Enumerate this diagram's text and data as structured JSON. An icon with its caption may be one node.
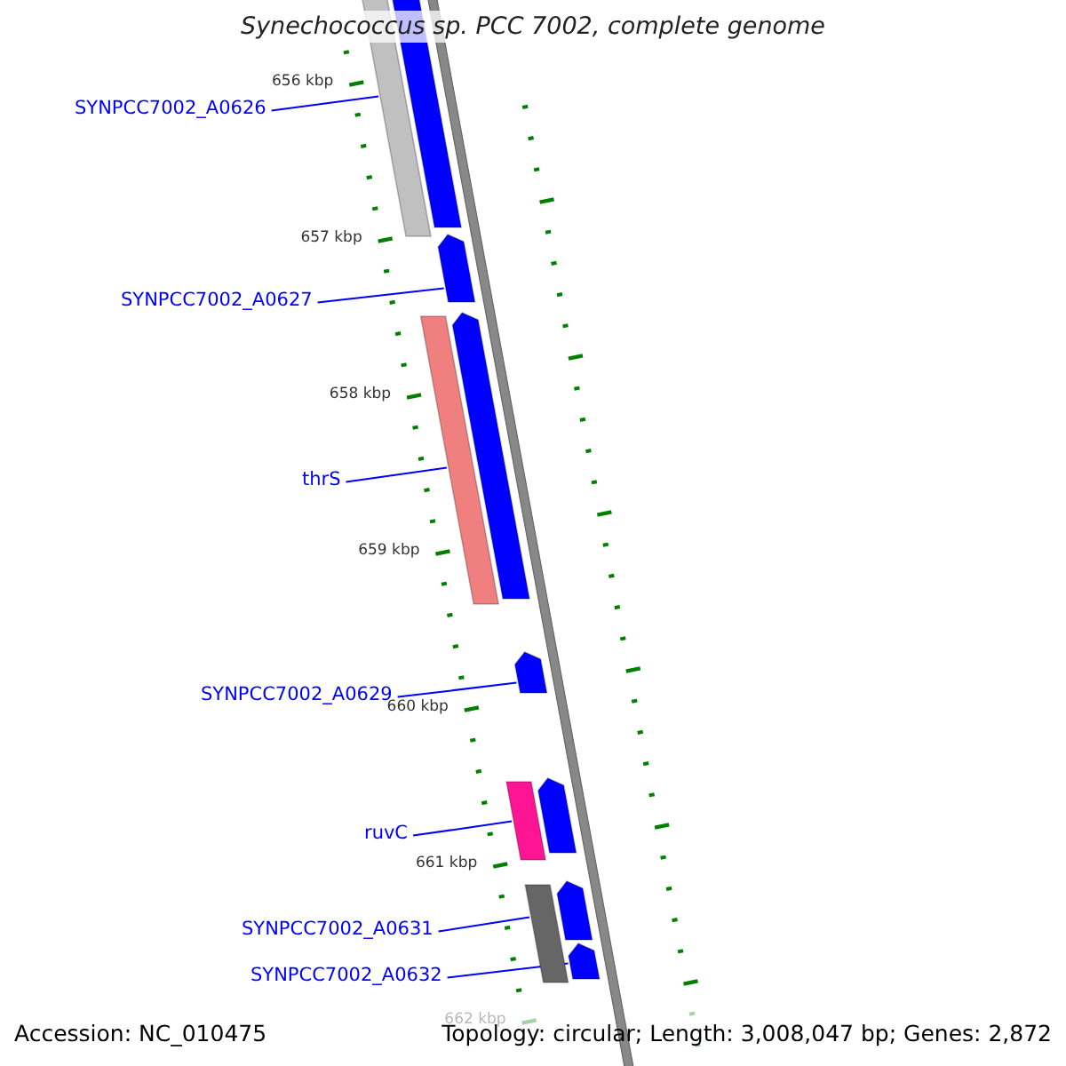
{
  "diagram": {
    "title": "Synechococcus sp. PCC 7002, complete genome",
    "nodes": [
      {
        "text": [
          "SYNPCC7002_A0626"
        ]
      },
      {
        "text": [],
        "shape": "bar"
      },
      {
        "text": [],
        "shape": "bar"
      },
      {
        "text": [
          "SYNPCC7002_A0627"
        ]
      },
      {
        "text": [],
        "shape": "arrow"
      },
      {
        "text": [
          "thrS"
        ]
      },
      {
        "text": [],
        "shape": "bar"
      },
      {
        "text": [],
        "shape": "arrow"
      },
      {
        "text": [
          "SYNPCC7002_A0629"
        ]
      },
      {
        "text": [],
        "shape": "arrow"
      },
      {
        "text": [
          "ruvC"
        ]
      },
      {
        "text": [],
        "shape": "bar"
      },
      {
        "text": [],
        "shape": "arrow"
      },
      {
        "text": [
          "SYNPCC7002_A0631"
        ]
      },
      {
        "text": [],
        "shape": "bar"
      },
      {
        "text": [],
        "shape": "arrow"
      },
      {
        "text": [
          "SYNPCC7002_A0632"
        ]
      },
      {
        "text": [],
        "shape": "arrow"
      }
    ],
    "edges": [
      {
        "from": 0,
        "to": 1,
        "arrow": "none"
      },
      {
        "from": 3,
        "to": 4,
        "arrow": "none"
      },
      {
        "from": 5,
        "to": 6,
        "arrow": "none"
      },
      {
        "from": 8,
        "to": 9,
        "arrow": "none"
      },
      {
        "from": 10,
        "to": 11,
        "arrow": "none"
      },
      {
        "from": 13,
        "to": 14,
        "arrow": "none"
      },
      {
        "from": 16,
        "to": 17,
        "arrow": "none"
      }
    ],
    "labels": [
      "656 kbp",
      "657 kbp",
      "658 kbp",
      "659 kbp",
      "660 kbp",
      "661 kbp",
      "662 kbp",
      "Accession: NC_010475",
      "Topology: circular; Length: 3,008,047 bp; Genes: 2,872"
    ]
  }
}
